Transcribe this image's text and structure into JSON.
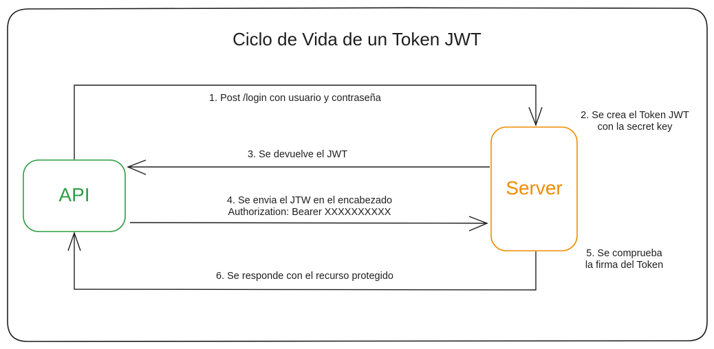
{
  "title": "Ciclo de Vida de un Token JWT",
  "nodes": {
    "api": {
      "label": "API",
      "color": "#2f9e44"
    },
    "server": {
      "label": "Server",
      "color": "#f08c00"
    }
  },
  "steps": {
    "step1": "1. Post /login con usuario y contraseña",
    "step2_line1": "2. Se crea el Token JWT",
    "step2_line2": "con la secret key",
    "step3": "3. Se devuelve el JWT",
    "step4_line1": "4. Se envia el JTW en el encabezado",
    "step4_line2": "Authorization: Bearer XXXXXXXXXX",
    "step5_line1": "5. Se comprueba",
    "step5_line2": "la firma del Token",
    "step6": "6. Se responde con el recurso protegido"
  },
  "colors": {
    "stroke": "#1e1e1e",
    "api": "#2f9e44",
    "server": "#f08c00"
  }
}
